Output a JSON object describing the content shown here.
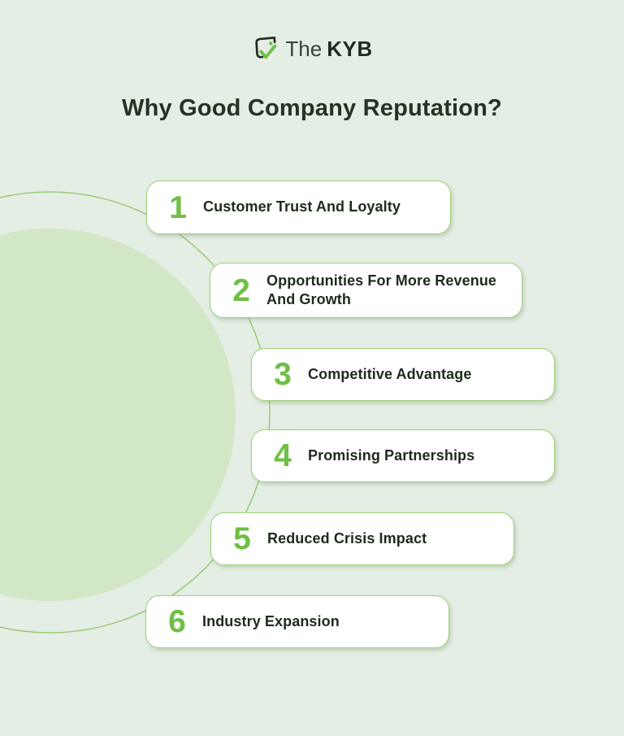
{
  "brand": {
    "name_regular": "The",
    "name_bold": "KYB"
  },
  "title": "Why Good Company Reputation?",
  "items": [
    {
      "number": "1",
      "label": "Customer Trust And Loyalty"
    },
    {
      "number": "2",
      "label": "Opportunities For More Revenue And Growth"
    },
    {
      "number": "3",
      "label": "Competitive Advantage"
    },
    {
      "number": "4",
      "label": "Promising Partnerships"
    },
    {
      "number": "5",
      "label": "Reduced Crisis Impact"
    },
    {
      "number": "6",
      "label": "Industry Expansion"
    }
  ],
  "colors": {
    "background": "#e4eee5",
    "accent_green": "#6fbf44",
    "card_border_green": "#9fd077",
    "filled_circle_green": "#d2e7c5",
    "ring_green": "#8fc463",
    "dark_text": "#1e2b1c",
    "title_text": "#243322"
  }
}
